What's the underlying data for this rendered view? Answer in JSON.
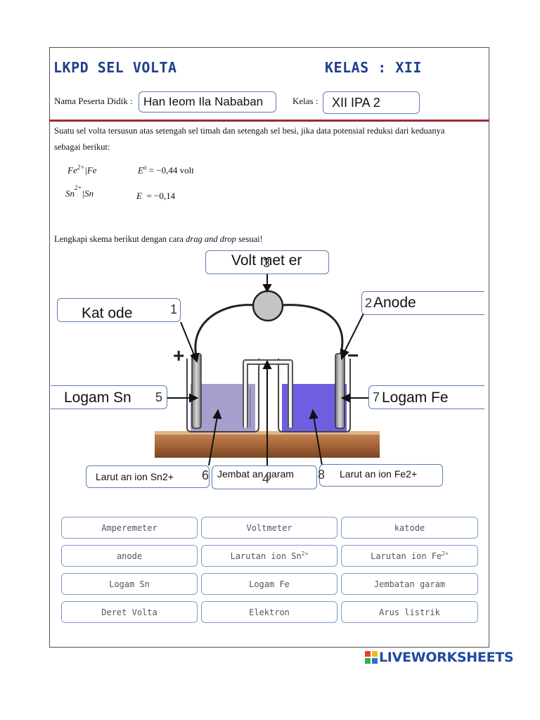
{
  "header": {
    "title": "LKPD SEL VOLTA",
    "class_label": "KELAS : XII"
  },
  "student": {
    "name_label": "Nama Peserta Didik :",
    "name_value": "Han Ieom Ila Nababan",
    "class_label": "Kelas :",
    "class_value": "XII IPA 2"
  },
  "intro": {
    "line1": "Suatu sel volta tersusun atas setengah sel timah dan setengah sel besi, jika data potensial reduksi dari keduanya",
    "line2": "sebagai berikut:"
  },
  "equations": [
    {
      "couple_ion": "Fe",
      "couple_charge": "2+",
      "couple_rest": "|Fe",
      "symbol": "E",
      "sup": "o",
      "value": "= −0,44 volt"
    },
    {
      "couple_ion": "Sn",
      "couple_charge": "2+",
      "couple_rest": "|Sn",
      "symbol": "E",
      "sup": "",
      "value": "= −0,14"
    }
  ],
  "instruction": {
    "before": "Lengkapi skema berikut dengan cara ",
    "emphasis": "drag and drop",
    "after": " sesuai!"
  },
  "diagram": {
    "plus_sign": "+",
    "minus_sign": "−",
    "drop_zones": [
      {
        "number": "1",
        "value": "Kat ode"
      },
      {
        "number": "2",
        "value": "Anode"
      },
      {
        "number": "3",
        "value": "Volt met er"
      },
      {
        "number": "4",
        "value": "Jembat an garam"
      },
      {
        "number": "5",
        "value": "Logam  Sn"
      },
      {
        "number": "6",
        "value": "Larut an  ion  Sn2+"
      },
      {
        "number": "7",
        "value": "Logam  Fe"
      },
      {
        "number": "8",
        "value": "Larut an ion  Fe2+"
      }
    ],
    "colors": {
      "solution_left": "#a99fcf",
      "solution_right": "#6f5fe0",
      "table_wood": "#a8673a",
      "accent_border": "#5b7fb0"
    }
  },
  "word_bank": [
    {
      "label": "Amperemeter",
      "sup": ""
    },
    {
      "label": "Voltmeter",
      "sup": ""
    },
    {
      "label": "katode",
      "sup": ""
    },
    {
      "label": "anode",
      "sup": ""
    },
    {
      "label": "Larutan ion Sn",
      "sup": "2+"
    },
    {
      "label": "Larutan ion Fe",
      "sup": "2+"
    },
    {
      "label": "Logam Sn",
      "sup": ""
    },
    {
      "label": "Logam Fe",
      "sup": ""
    },
    {
      "label": "Jembatan garam",
      "sup": ""
    },
    {
      "label": "Deret Volta",
      "sup": ""
    },
    {
      "label": "Elektron",
      "sup": ""
    },
    {
      "label": "Arus listrik",
      "sup": ""
    }
  ],
  "footer": {
    "brand": "LIVEWORKSHEETS",
    "icon": "liveworksheets-logo-icon"
  }
}
